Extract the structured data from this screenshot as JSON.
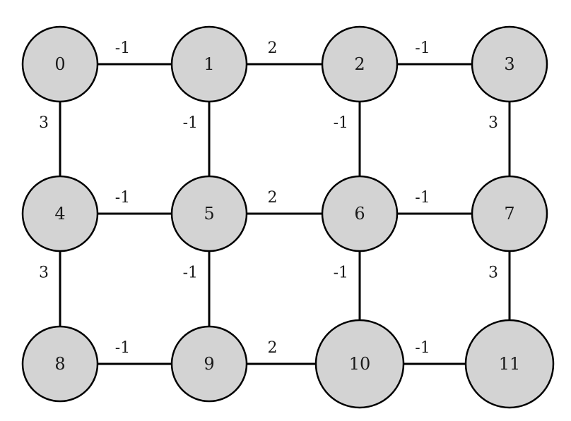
{
  "graph": {
    "nodes": [
      {
        "id": 0,
        "label": "0"
      },
      {
        "id": 1,
        "label": "1"
      },
      {
        "id": 2,
        "label": "2"
      },
      {
        "id": 3,
        "label": "3"
      },
      {
        "id": 4,
        "label": "4"
      },
      {
        "id": 5,
        "label": "5"
      },
      {
        "id": 6,
        "label": "6"
      },
      {
        "id": 7,
        "label": "7"
      },
      {
        "id": 8,
        "label": "8"
      },
      {
        "id": 9,
        "label": "9"
      },
      {
        "id": 10,
        "label": "10"
      },
      {
        "id": 11,
        "label": "11"
      }
    ],
    "edges": [
      {
        "from": 0,
        "to": 1,
        "label": "-1"
      },
      {
        "from": 1,
        "to": 2,
        "label": "2"
      },
      {
        "from": 2,
        "to": 3,
        "label": "-1"
      },
      {
        "from": 4,
        "to": 5,
        "label": "-1"
      },
      {
        "from": 5,
        "to": 6,
        "label": "2"
      },
      {
        "from": 6,
        "to": 7,
        "label": "-1"
      },
      {
        "from": 8,
        "to": 9,
        "label": "-1"
      },
      {
        "from": 9,
        "to": 10,
        "label": "2"
      },
      {
        "from": 10,
        "to": 11,
        "label": "-1"
      },
      {
        "from": 0,
        "to": 4,
        "label": "3"
      },
      {
        "from": 1,
        "to": 5,
        "label": "-1"
      },
      {
        "from": 2,
        "to": 6,
        "label": "-1"
      },
      {
        "from": 3,
        "to": 7,
        "label": "3"
      },
      {
        "from": 4,
        "to": 8,
        "label": "3"
      },
      {
        "from": 5,
        "to": 9,
        "label": "-1"
      },
      {
        "from": 6,
        "to": 10,
        "label": "-1"
      },
      {
        "from": 7,
        "to": 11,
        "label": "3"
      }
    ],
    "colors": {
      "node_fill": "#d3d3d3",
      "node_stroke": "#000000",
      "edge": "#000000",
      "text": "#1a1a1a"
    }
  }
}
